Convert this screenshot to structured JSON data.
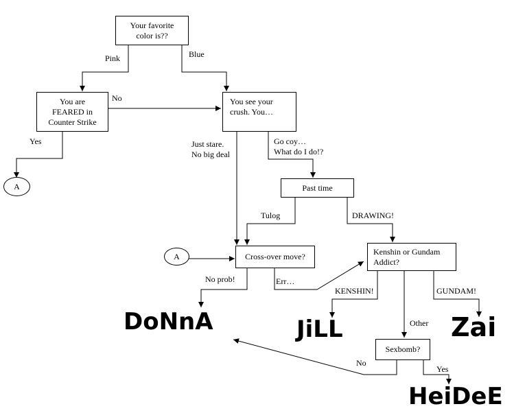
{
  "nodes": {
    "favorite_color": [
      "Your favorite",
      "color is??"
    ],
    "feared": [
      "You are",
      "FEARED in",
      "Counter Strike"
    ],
    "crush": [
      "You see your",
      "crush. You…"
    ],
    "past_time": "Past time",
    "crossover": "Cross-over move?",
    "kenshin_gundam": [
      "Kenshin or Gundam",
      "Addict?"
    ],
    "sexbomb": "Sexbomb?"
  },
  "connectors": {
    "a_left": "A",
    "a_mid": "A"
  },
  "edge_labels": {
    "pink": "Pink",
    "blue": "Blue",
    "no_top": "No",
    "yes_left": "Yes",
    "just_stare": [
      "Just stare.",
      "No big deal"
    ],
    "go_coy": [
      "Go coy…",
      "What do I do!?"
    ],
    "tulog": "Tulog",
    "drawing": "DRAWING!",
    "no_prob": "No prob!",
    "err": "Err…",
    "kenshin": "KENSHIN!",
    "gundam": "GUNDAM!",
    "other": "Other",
    "no_bottom": "No",
    "yes_bottom": "Yes"
  },
  "results": {
    "donna": "DoNnA",
    "jill": "JiLL",
    "zai": "Zai",
    "heidee": "HeiDeE"
  }
}
